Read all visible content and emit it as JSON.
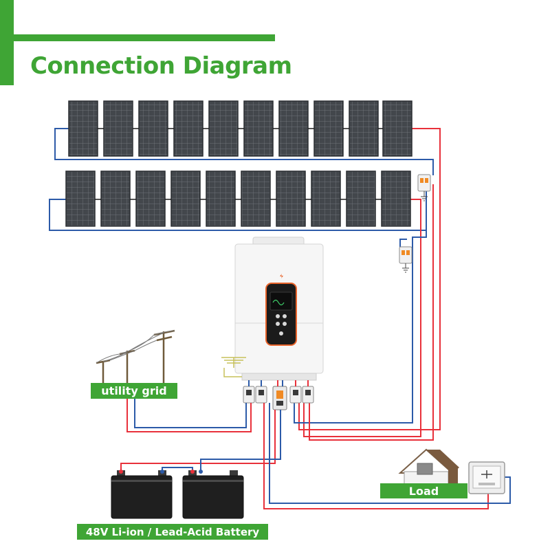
{
  "header": {
    "title": "Connection Diagram"
  },
  "labels": {
    "utility_grid": "utility grid",
    "load": "Load",
    "battery": "48V Li-ion / Lead-Acid Battery"
  },
  "pv_array": {
    "rows": 2,
    "panels_per_row": 10
  },
  "batteries": {
    "count": 2
  },
  "colors": {
    "brand_green": "#3fa535",
    "wire_positive": "#e8303a",
    "wire_negative": "#2c5aa8",
    "panel": "#3d4146",
    "inverter_body": "#f4f4f4",
    "display_accent": "#e8632a"
  }
}
